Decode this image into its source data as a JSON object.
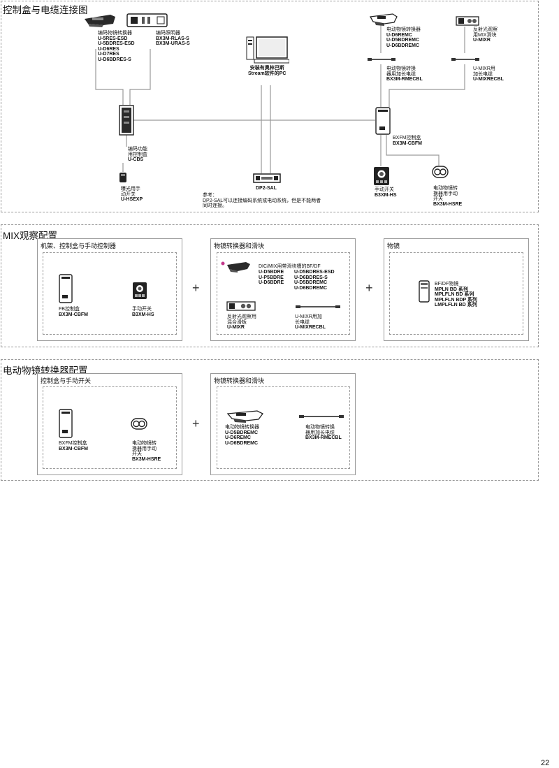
{
  "page_number": "22",
  "section1": {
    "title": "控制盒与电缆连接图",
    "encoded_nosepiece": {
      "name": "编码物镜转换器",
      "models": [
        "U-5RES-ESD",
        "U-5BDRES-ESD",
        "U-D6RES",
        "U-D7RES",
        "U-D6BDRES-S"
      ]
    },
    "encoded_illuminator": {
      "name": "编码照明器",
      "models": [
        "BX3M-RLAS-S",
        "BX3M-URAS-S"
      ]
    },
    "pc": {
      "name_line1": "安装有奥林巴斯",
      "name_line2": "Stream软件的PC"
    },
    "motor_nosepiece": {
      "name": "电动物镜转换器",
      "models": [
        "U-D6REMC",
        "U-D5BDREMC",
        "U-D6BDREMC"
      ]
    },
    "mix_slider": {
      "name_line1": "反射光观察",
      "name_line2": "用MIX滑块",
      "model": "U-MIXR"
    },
    "rme_cable": {
      "name_line1": "电动物镜转换",
      "name_line2": "器用加长电缆",
      "model": "BX3M-RMECBL"
    },
    "mix_cable": {
      "name_line1": "U-MIXR用",
      "name_line2": "加长电缆",
      "model": "U-MIXRECBL"
    },
    "cbs": {
      "name_line1": "编码功能",
      "name_line2": "用控制盒",
      "model": "U-CBS"
    },
    "cbfm": {
      "name": "BXFM控制盒",
      "model": "BX3M-CBFM"
    },
    "hsexp": {
      "name_line1": "曝光用手",
      "name_line2": "动开关",
      "model": "U-HSEXP"
    },
    "dp2sal": {
      "model": "DP2-SAL"
    },
    "note": {
      "title": "参考：",
      "line1": "DP2-SAL可以连接编码系统或电动系统，但是不能两者",
      "line2": "同时连接。"
    },
    "hs": {
      "name": "手动开关",
      "model": "B3XM-HS"
    },
    "hsre": {
      "name_line1": "电动物镜转",
      "name_line2": "换器用手动",
      "name_line3": "开关",
      "model": "BX3M-HSRE"
    }
  },
  "section2": {
    "title": "MIX观察配置",
    "box1": {
      "title": "机架、控制盒与手动控制器",
      "cbfm": {
        "name": "FB控制盒",
        "model": "BX3M-CBFM"
      },
      "hs": {
        "name": "手动开关",
        "model": "B3XM-HS"
      }
    },
    "box2": {
      "title": "物镜转换器和滑块",
      "nosepiece": {
        "name": "DIC/MIX用带滑块槽的BF/DF",
        "models_col1": [
          "U-D5BDRE",
          "U-P5BDRE",
          "U-D6BDRE"
        ],
        "models_col2": [
          "U-D5BDRES-ESD",
          "U-D6BDRES-S",
          "U-D5BDREMC",
          "U-D6BDREMC"
        ]
      },
      "mixr": {
        "name_line1": "反射光观察用",
        "name_line2": "混合滑板",
        "model": "U-MIXR"
      },
      "cable": {
        "name_line1": "U-MIXR用加",
        "name_line2": "长电缆",
        "model": "U-MIXRECBL"
      }
    },
    "box3": {
      "title": "物镜",
      "objective": {
        "name": "BF/DF物镜",
        "series": [
          "MPLN BD 系列",
          "MPLFLN BD 系列",
          "MPLFLN BDP 系列",
          "LMPLFLN BD 系列"
        ]
      }
    }
  },
  "section3": {
    "title": "电动物镜转换器配置",
    "box1": {
      "title": "控制盒与手动开关",
      "cbfm": {
        "name": "BXFM控制盒",
        "model": "BX3M-CBFM"
      },
      "hsre": {
        "name_line1": "电动物镜转",
        "name_line2": "换器用手动",
        "name_line3": "开关",
        "model": "BX3M-HSRE"
      }
    },
    "box2": {
      "title": "物镜转换器和滑块",
      "nosepiece": {
        "name": "电动物镜转换器",
        "models": [
          "U-D5BDREMC",
          "U-D6REMC",
          "U-D6BDREMC"
        ]
      },
      "cable": {
        "name_line1": "电动物镜转换",
        "name_line2": "器用加长电缆",
        "model": "BX3M-RMECBL"
      }
    }
  },
  "plus_sign": "+",
  "colors": {
    "line": "#9a9a9a",
    "device": "#222222",
    "accent": "#c2378a"
  }
}
